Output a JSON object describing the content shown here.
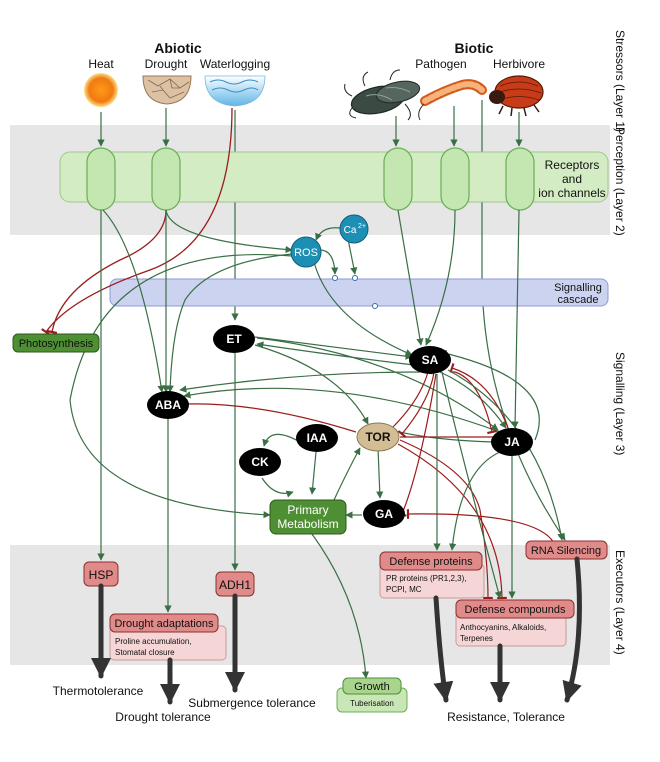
{
  "groups": {
    "abiotic": "Abiotic",
    "biotic": "Biotic"
  },
  "stressors": {
    "heat": "Heat",
    "drought": "Drought",
    "waterlogging": "Waterlogging",
    "pathogen": "Pathogen",
    "herbivore": "Herbivore"
  },
  "layers": {
    "l1": "Stressors (Layer 1)",
    "l2": "Perception (Layer 2)",
    "l3": "Signalling (Layer 3)",
    "l4": "Executors (Layer 4)"
  },
  "receptors": {
    "line1": "Receptors",
    "line2": "and",
    "line3": "ion channels"
  },
  "cascade": {
    "line1": "Signalling",
    "line2": "cascade"
  },
  "signals": {
    "ros": "ROS",
    "ca": "Ca",
    "ca_sup": "2+",
    "et": "ET",
    "sa": "SA",
    "aba": "ABA",
    "tor": "TOR",
    "ja": "JA",
    "iaa": "IAA",
    "ck": "CK",
    "ga": "GA"
  },
  "photosynthesis": "Photosynthesis",
  "primary_metabolism": {
    "line1": "Primary",
    "line2": "Metabolism"
  },
  "executors": {
    "hsp": "HSP",
    "adh1": "ADH1",
    "rna_silencing": "RNA Silencing",
    "drought_adaptations": {
      "title": "Drought adaptations",
      "line1": "Proline accumulation,",
      "line2": "Stomatal closure"
    },
    "defense_proteins": {
      "title": "Defense proteins",
      "line1": "PR proteins (PR1,2,3),",
      "line2": "PCPI, MC"
    },
    "defense_compounds": {
      "title": "Defense compounds",
      "line1": "Anthocyanins,  Alkaloids,",
      "line2": "Terpenes"
    },
    "growth": {
      "title": "Growth",
      "sub": "Tuberisation"
    }
  },
  "outcomes": {
    "thermotolerance": "Thermotolerance",
    "drought_tolerance": "Drought tolerance",
    "submergence_tolerance": "Submergence tolerance",
    "resistance": "Resistance, Tolerance"
  },
  "colors": {
    "band": "#e6e6e6",
    "receptor_fill": "#d4ecc4",
    "receptor_stroke": "#6aae55",
    "cascade_fill": "#ccd3f0",
    "cascade_stroke": "#8c9ad6",
    "ros_fill": "#1e8fb4",
    "tor_fill": "#d2bd94",
    "green_arrow": "#3a6e45",
    "red_inhibit": "#9b1c1c",
    "executor_fill": "#e08a8a",
    "executor_detail": "#f5d5d5",
    "metab_fill": "#4f8f34",
    "growth_fill": "#a8d48e"
  }
}
